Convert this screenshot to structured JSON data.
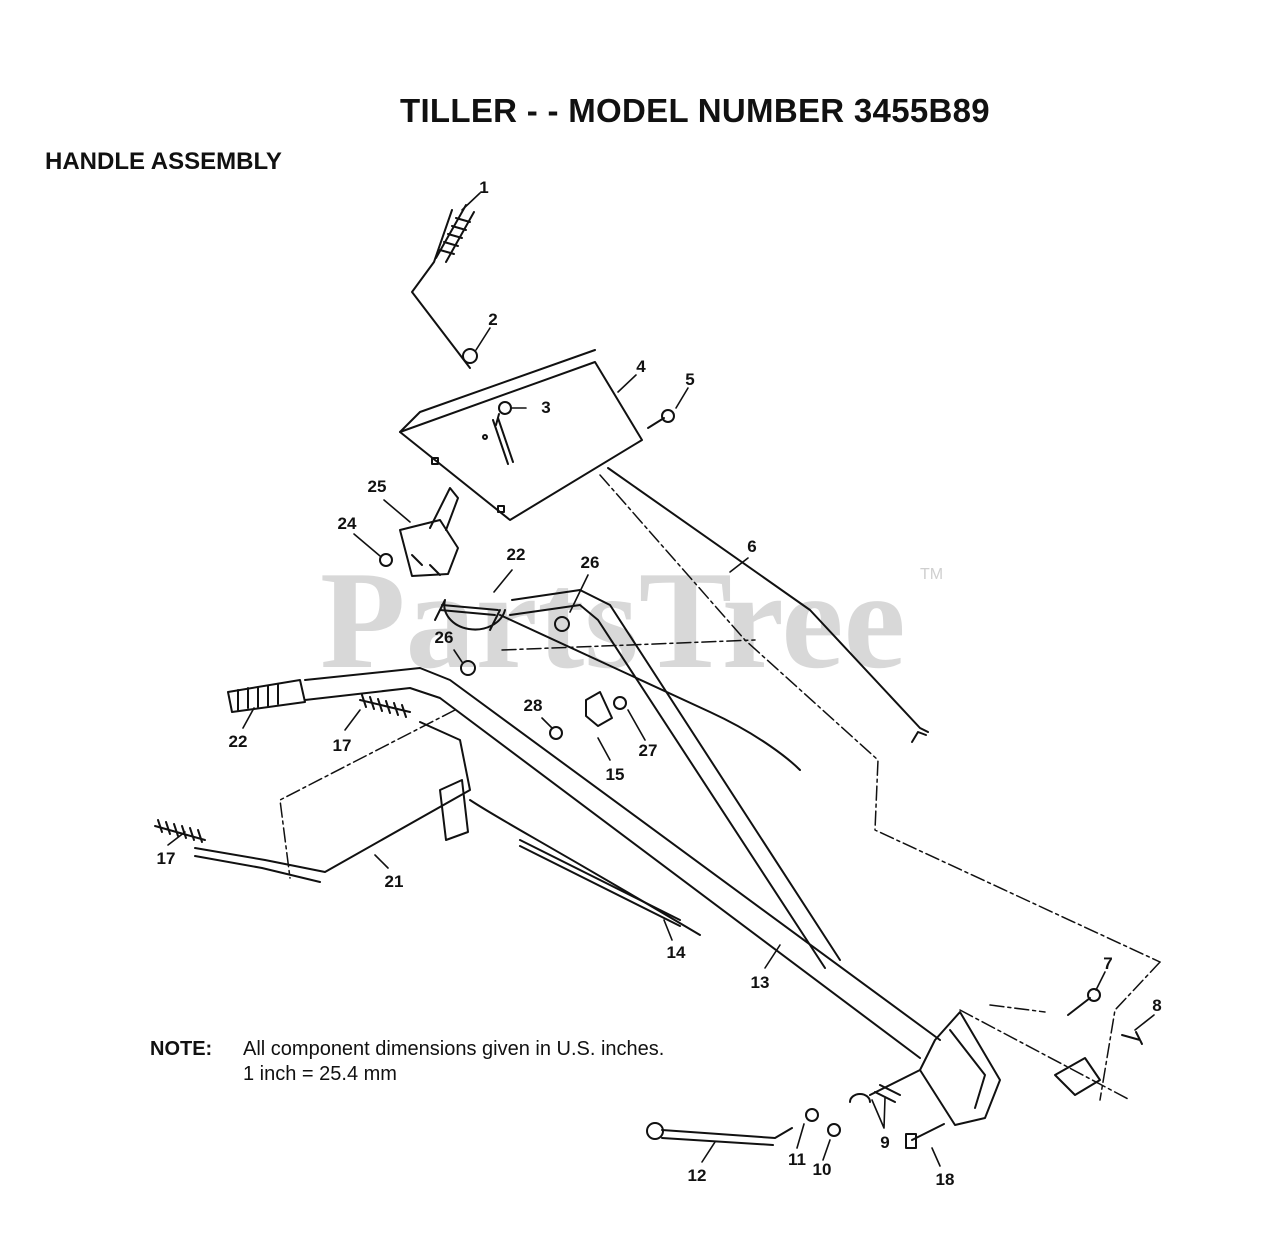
{
  "header": {
    "title": "TILLER - - MODEL NUMBER 3455B89",
    "subtitle": "HANDLE ASSEMBLY"
  },
  "watermark": {
    "text": "PartsTree",
    "trademark": "TM"
  },
  "note": {
    "label": "NOTE:",
    "line1": "All component dimensions given in U.S. inches.",
    "line2": "1 inch = 25.4 mm"
  },
  "callouts": [
    "1",
    "2",
    "3",
    "4",
    "5",
    "6",
    "7",
    "8",
    "9",
    "10",
    "11",
    "12",
    "13",
    "14",
    "15",
    "17",
    "17",
    "18",
    "21",
    "22",
    "22",
    "24",
    "25",
    "26",
    "26",
    "27",
    "28"
  ]
}
